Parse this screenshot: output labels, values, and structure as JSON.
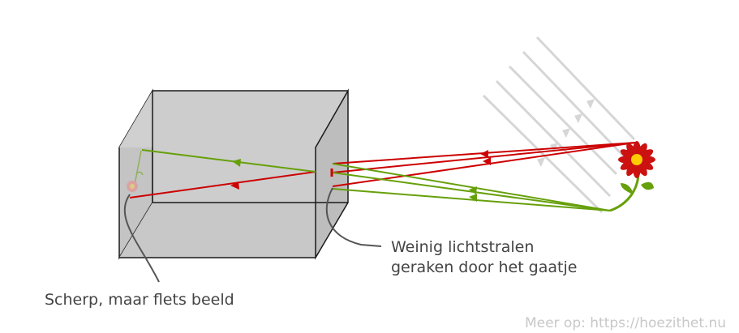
{
  "labels": {
    "rays_line1": "Weinig lichtstralen",
    "rays_line2": "geraken door het gaatje",
    "image_caption": "Scherp, maar flets beeld",
    "credit": "Meer op: https://hoezithet.nu"
  },
  "colors": {
    "box_fill": "#cccccc",
    "box_side": "#bdbdbd",
    "edge": "#1a1a1a",
    "red_ray": "#cc0000",
    "green_ray": "#66a00a",
    "sun_ray": "#d6d6d6",
    "petal": "#cc1111",
    "flower_center": "#ffcc00",
    "stem": "#66a00a",
    "pointer": "#555555"
  }
}
